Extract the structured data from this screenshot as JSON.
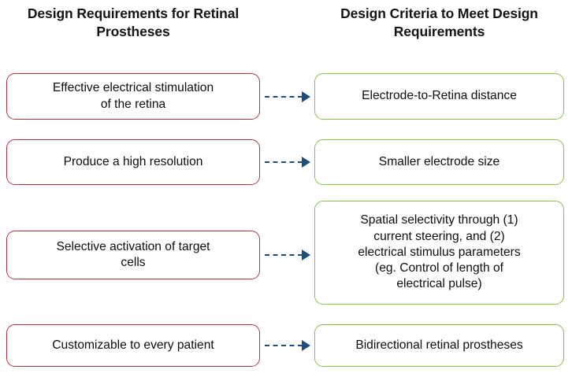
{
  "columns": {
    "left_heading": "Design Requirements for\nRetinal Prostheses",
    "right_heading": "Design Criteria to Meet Design\nRequirements"
  },
  "colors": {
    "requirement_border": "#a83a3f",
    "criteria_border": "#8dbd4b",
    "arrow": "#1f4e79",
    "background": "#ffffff",
    "text": "#111111"
  },
  "rows": [
    {
      "requirement": "Effective electrical stimulation\nof the retina",
      "criterion": "Electrode-to-Retina distance",
      "arrow": "dashed-arrow-right"
    },
    {
      "requirement": "Produce a high resolution",
      "criterion": "Smaller electrode size",
      "arrow": "dashed-arrow-right"
    },
    {
      "requirement": "Selective activation of target\ncells",
      "criterion": "Spatial selectivity through (1)\ncurrent steering, and (2)\nelectrical stimulus parameters\n(eg. Control of length of\nelectrical pulse)",
      "arrow": "dashed-arrow-right"
    },
    {
      "requirement": "Customizable to every patient",
      "criterion": "Bidirectional retinal prostheses",
      "arrow": "dashed-arrow-right"
    }
  ]
}
